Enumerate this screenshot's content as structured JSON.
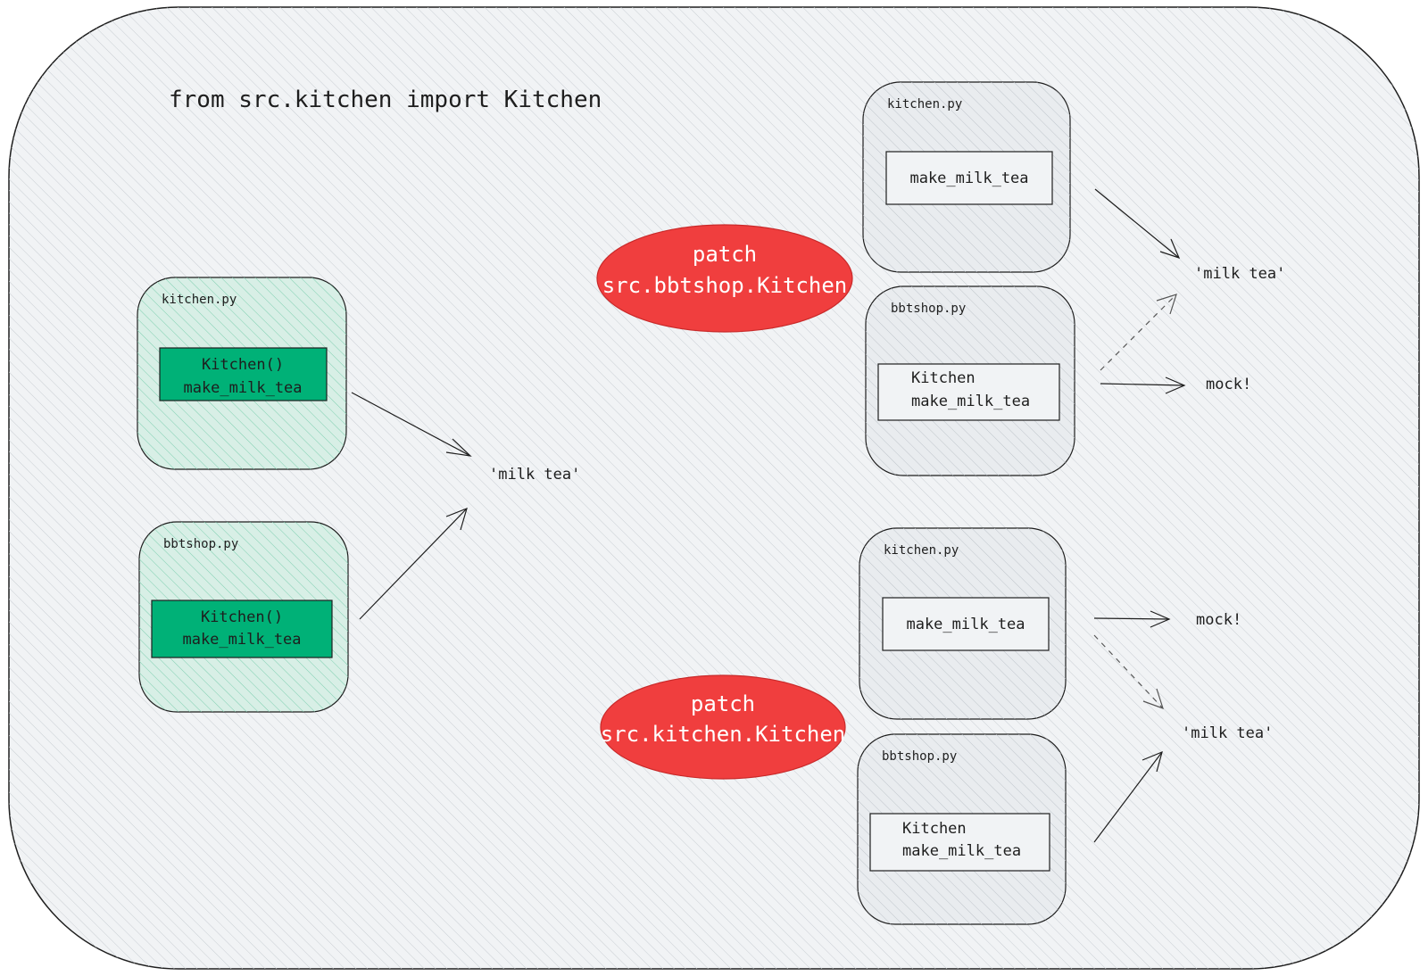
{
  "title": "from src.kitchen import Kitchen",
  "colors": {
    "background": "#f1f3f5",
    "green_fill": "#d8efe6",
    "green_block": "#00b177",
    "gray_fill": "#e9ecef",
    "box_fill": "#f1f3f5",
    "patch_red": "#f03e3e",
    "stroke": "#1e1e1e"
  },
  "left": {
    "kitchen_module": {
      "file": "kitchen.py",
      "line1": "Kitchen()",
      "line2": "make_milk_tea"
    },
    "bbtshop_module": {
      "file": "bbtshop.py",
      "line1": "Kitchen()",
      "line2": "make_milk_tea"
    },
    "result": "'milk tea'"
  },
  "scenario_top": {
    "patch_line1": "patch",
    "patch_line2": "src.bbtshop.Kitchen",
    "kitchen_module": {
      "file": "kitchen.py",
      "line1": "make_milk_tea"
    },
    "bbtshop_module": {
      "file": "bbtshop.py",
      "line1": "Kitchen",
      "line2": "make_milk_tea"
    },
    "result_real": "'milk tea'",
    "result_mock": "mock!"
  },
  "scenario_bottom": {
    "patch_line1": "patch",
    "patch_line2": "src.kitchen.Kitchen",
    "kitchen_module": {
      "file": "kitchen.py",
      "line1": "make_milk_tea"
    },
    "bbtshop_module": {
      "file": "bbtshop.py",
      "line1": "Kitchen",
      "line2": "make_milk_tea"
    },
    "result_mock": "mock!",
    "result_real": "'milk tea'"
  }
}
